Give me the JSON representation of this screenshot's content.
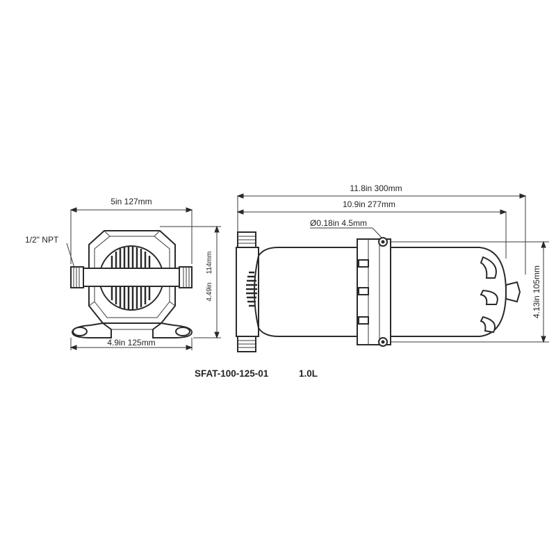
{
  "labels": {
    "npt": "1/2\" NPT",
    "front_width_top": "5in 127mm",
    "front_width_bottom": "4.9in 125mm",
    "front_height_in": "4.49in",
    "front_height_mm": "114mm",
    "overall_length": "11.8in 300mm",
    "body_length": "10.9in 277mm",
    "mount_hole": "Ø0.18in 4.5mm",
    "side_height": "4.13in 105mm"
  },
  "model": {
    "part_number": "SFAT-100-125-01",
    "volume": "1.0L"
  },
  "colors": {
    "line": "#2a2a2a",
    "background": "#ffffff"
  }
}
